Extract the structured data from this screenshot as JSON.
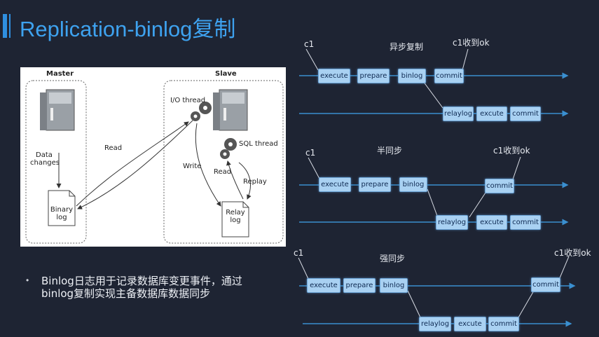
{
  "title": "Replication-binlog复制",
  "diagram": {
    "master_label": "Master",
    "slave_label": "Slave",
    "data_changes": "Data\nchanges",
    "binary_log": "Binary\nlog",
    "read_left": "Read",
    "io_thread": "I/O thread",
    "write": "Write",
    "sql_thread": "SQL thread",
    "read_right": "Read",
    "replay": "Replay",
    "relay_log": "Relay\nlog"
  },
  "bullet": "Binlog日志用于记录数据库变更事件，通过binlog复制实现主备数据库数据同步",
  "flows": [
    {
      "mode_label": "异步复制",
      "c1": "c1",
      "ok_label": "c1收到ok",
      "top_boxes": [
        "execute",
        "prepare",
        "binlog",
        "commit"
      ],
      "bottom_boxes": [
        "relaylog",
        "excute",
        "commit"
      ]
    },
    {
      "mode_label": "半同步",
      "c1": "c1",
      "ok_label": "c1收到ok",
      "top_boxes": [
        "execute",
        "prepare",
        "binlog",
        "commit"
      ],
      "bottom_boxes": [
        "relaylog",
        "excute",
        "commit"
      ]
    },
    {
      "mode_label": "强同步",
      "c1": "c1",
      "ok_label": "c1收到ok",
      "top_boxes": [
        "execute",
        "prepare",
        "binlog",
        "commit"
      ],
      "bottom_boxes": [
        "relaylog",
        "excute",
        "commit"
      ]
    }
  ],
  "colors": {
    "background": "#1e2433",
    "title": "#3ea2ef",
    "box_fill": "#a9d1f2",
    "line": "#3a8fd0"
  }
}
